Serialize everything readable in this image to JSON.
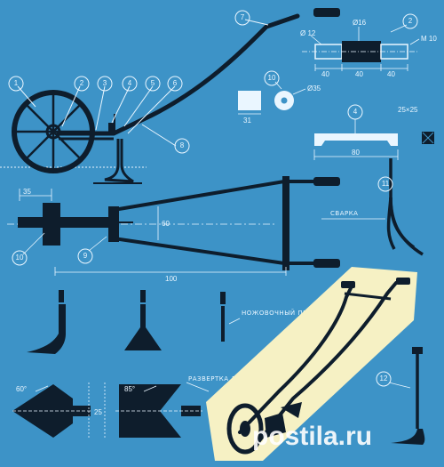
{
  "callouts": {
    "c1": "1",
    "c2": "2",
    "c3": "3",
    "c4": "4",
    "c5": "5",
    "c6": "6",
    "c7": "7",
    "c8": "8",
    "c9": "9",
    "c10": "10",
    "c11": "11",
    "c12": "12",
    "c2b": "2",
    "c4b": "4",
    "c10b": "10"
  },
  "dims": {
    "d12": "Ø 12",
    "d16": "Ø16",
    "m10": "M 10",
    "d40a": "40",
    "d40b": "40",
    "d40c": "40",
    "d35": "Ø35",
    "d31": "31",
    "d25": "25×25",
    "d80": "80",
    "d35b": "35",
    "d60": "60",
    "d100": "100",
    "a60": "60°",
    "a85": "85°",
    "a25": "25"
  },
  "notes": {
    "weld": "СВАРКА",
    "saw_cut": "НОЖОВОЧНЫЙ ПРОРЕЗ",
    "unfold": "РАЗВЕРТКА ЛАПЫ"
  },
  "watermark": "postila.ru",
  "colors": {
    "background": "#3d93c7",
    "ink": "#0e1d2c",
    "lines": "#eaf6ff",
    "photo": "#f6f1c4"
  }
}
